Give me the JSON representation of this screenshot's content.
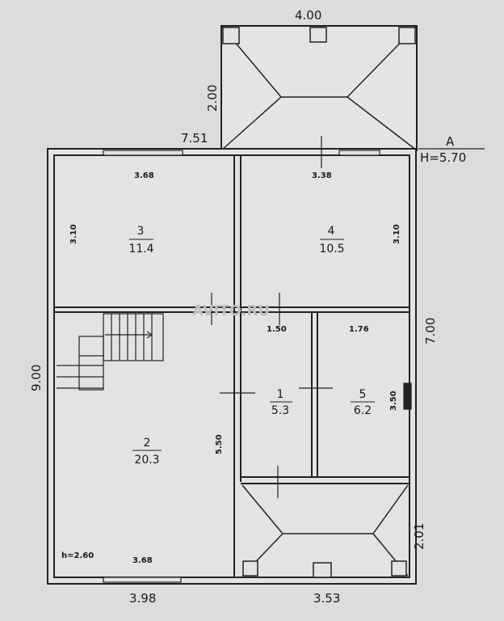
{
  "plan": {
    "dimensions": {
      "top_porch_width": "4.00",
      "top_porch_depth": "2.00",
      "overall_width_top": "7.51",
      "overall_depth_left": "9.00",
      "right_depth": "7.00",
      "bottom_porch_depth": "2.01",
      "bottom_left_width": "3.98",
      "bottom_right_width": "3.53"
    },
    "level_marker": {
      "letter": "A",
      "height": "H=5.70"
    },
    "ceiling_height": "h=2.60",
    "watermark": "AVITO.RU",
    "rooms": [
      {
        "number": "3",
        "area": "11.4",
        "dim_top": "3.68",
        "dim_side": "3.10"
      },
      {
        "number": "4",
        "area": "10.5",
        "dim_top": "3.38",
        "dim_side": "3.10"
      },
      {
        "number": "1",
        "area": "5.3",
        "dim_top": "1.50"
      },
      {
        "number": "5",
        "area": "6.2",
        "dim_top": "1.76",
        "dim_side": "3.50"
      },
      {
        "number": "2",
        "area": "20.3",
        "dim_bottom": "3.68",
        "dim_side": "5.50"
      }
    ]
  }
}
